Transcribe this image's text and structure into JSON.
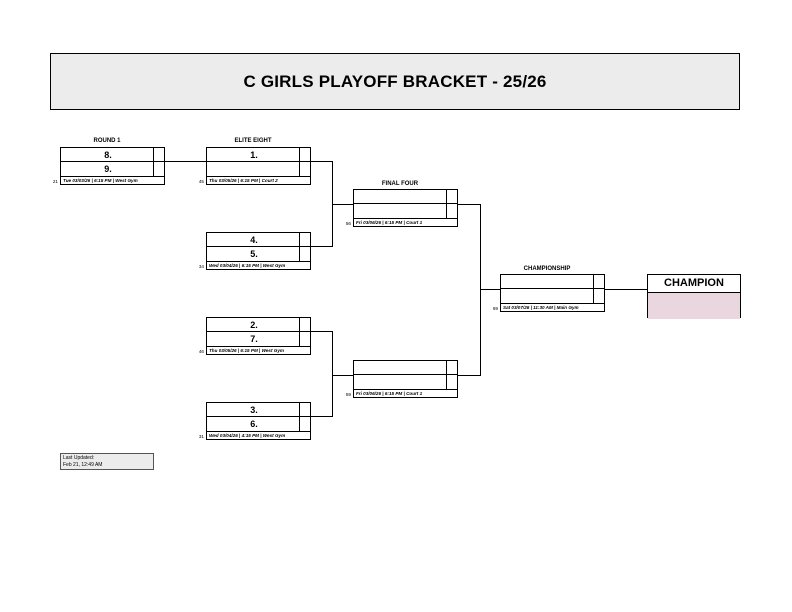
{
  "title": "C GIRLS PLAYOFF BRACKET - 25/26",
  "rounds": {
    "round1": "ROUND 1",
    "elite_eight": "ELITE EIGHT",
    "final_four": "FINAL FOUR",
    "championship": "CHAMPIONSHIP"
  },
  "matches": {
    "r1": {
      "team1": "8.",
      "team2": "9.",
      "info": "Tue 03/03/26 | 6:15 PM | West Gym",
      "game": "21"
    },
    "e8_1": {
      "team1": "1.",
      "team2": "",
      "info": "Thu 03/05/26 | 6:15 PM | Court 2",
      "game": "45"
    },
    "e8_2": {
      "team1": "4.",
      "team2": "5.",
      "info": "Wed 03/04/26 | 6:15 PM | West Gym",
      "game": "34"
    },
    "e8_3": {
      "team1": "2.",
      "team2": "7.",
      "info": "Thu 03/05/26 | 6:15 PM | West Gym",
      "game": "46"
    },
    "e8_4": {
      "team1": "3.",
      "team2": "6.",
      "info": "Wed 03/04/26 | 4:15 PM | West Gym",
      "game": "31"
    },
    "f4_1": {
      "team1": "",
      "team2": "",
      "info": "Fri 03/06/26 | 6:15 PM | Court 1",
      "game": "56"
    },
    "f4_2": {
      "team1": "",
      "team2": "",
      "info": "Fri 03/06/26 | 6:15 PM | Court 1",
      "game": "59"
    },
    "final": {
      "team1": "",
      "team2": "",
      "info": "Sat 03/07/26 | 11:30 AM | Main Gym",
      "game": "69"
    }
  },
  "champion": {
    "label": "CHAMPION",
    "fill_color": "#e9d6de"
  },
  "last_updated": {
    "label": "Last Updated:",
    "value": "Feb 21, 12:49 AM"
  }
}
